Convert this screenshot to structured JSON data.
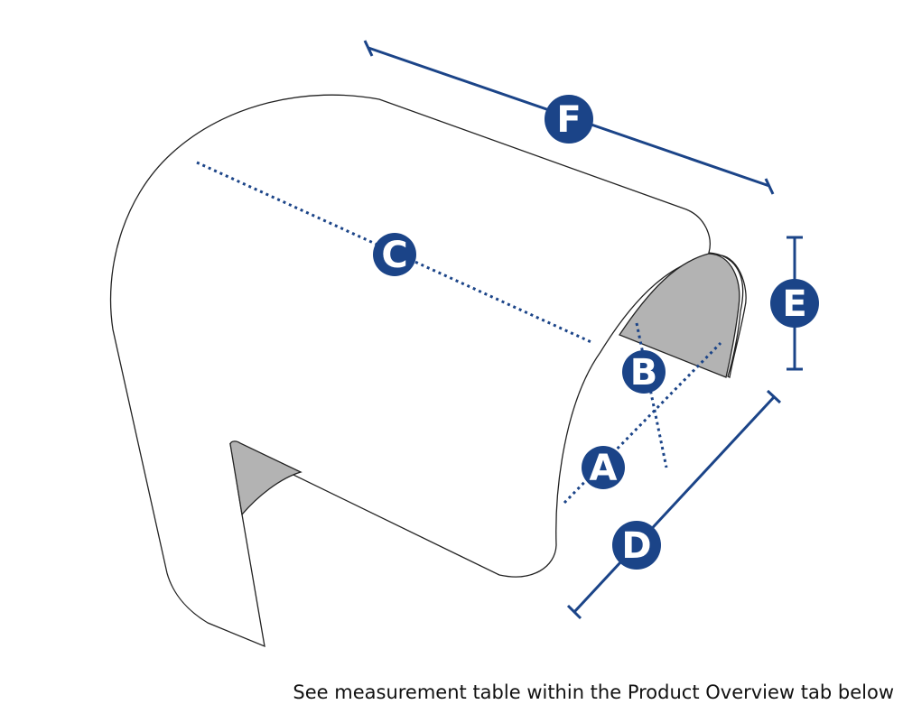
{
  "colors": {
    "accent": "#1b4488",
    "outline": "#222222",
    "opening_fill": "#b3b3b3",
    "body_fill": "#ffffff"
  },
  "labels": {
    "a": "A",
    "b": "B",
    "c": "C",
    "d": "D",
    "e": "E",
    "f": "F"
  },
  "caption": "See measurement table within the Product Overview tab below"
}
